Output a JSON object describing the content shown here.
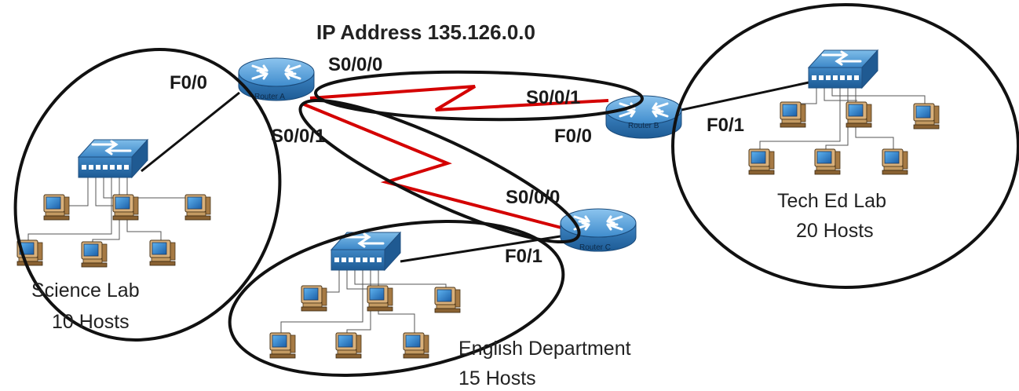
{
  "diagram": {
    "title": "IP Address 135.126.0.0",
    "routers": {
      "a": {
        "name": "Router A"
      },
      "b": {
        "name": "Router B"
      },
      "c": {
        "name": "Router C"
      }
    },
    "ports": {
      "a_f00": "F0/0",
      "a_s000": "S0/0/0",
      "a_s001": "S0/0/1",
      "b_s001": "S0/0/1",
      "b_f00": "F0/0",
      "b_f01": "F0/1",
      "c_s000": "S0/0/0",
      "c_f01": "F0/1"
    },
    "labs": {
      "science": {
        "name": "Science Lab",
        "hosts": "10 Hosts"
      },
      "english": {
        "name": "English Department",
        "hosts": "15 Hosts"
      },
      "tech": {
        "name": "Tech Ed Lab",
        "hosts": "20 Hosts"
      }
    },
    "colors": {
      "serial_link": "#d40000",
      "ethernet_link": "#111111",
      "device_blue": "#2f7fbf",
      "outline": "#111111"
    }
  }
}
